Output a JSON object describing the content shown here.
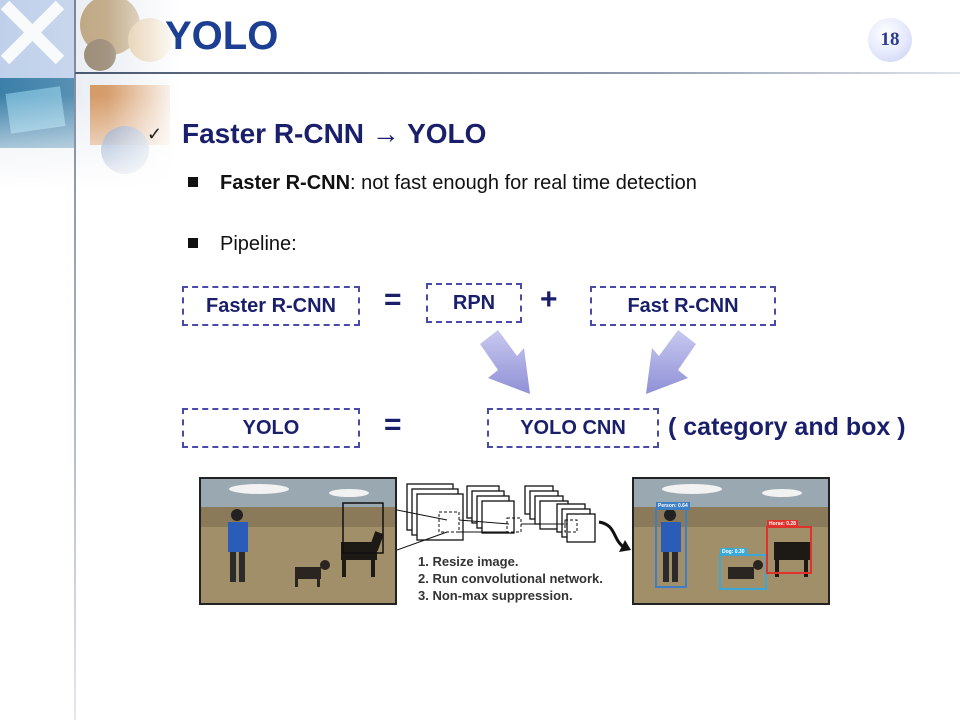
{
  "slide": {
    "title": "YOLO",
    "page_number": "18"
  },
  "heading": "Faster R-CNN → YOLO",
  "bullets": [
    {
      "bold": "Faster R-CNN",
      "rest": ": not fast enough for real time detection"
    },
    {
      "text": "Pipeline:"
    }
  ],
  "pipeline": {
    "row1": {
      "lhs": "Faster R-CNN",
      "eq": "=",
      "part1": "RPN",
      "plus": "+",
      "part2": "Fast R-CNN"
    },
    "row2": {
      "lhs": "YOLO",
      "eq": "=",
      "part1": "YOLO CNN",
      "note": "( category and box )"
    }
  },
  "figure": {
    "steps": [
      "1. Resize image.",
      "2. Run convolutional network.",
      "3. Non-max suppression."
    ],
    "detections": [
      {
        "label": "Person: 0.64",
        "color": "#3d7ec7"
      },
      {
        "label": "Dog: 0.30",
        "color": "#3aa9d8"
      },
      {
        "label": "Horse: 0.28",
        "color": "#e0322c"
      }
    ]
  },
  "colors": {
    "title": "#1c3f94",
    "text_dark": "#1a1f6b",
    "arrow": "#9a9bdc"
  }
}
